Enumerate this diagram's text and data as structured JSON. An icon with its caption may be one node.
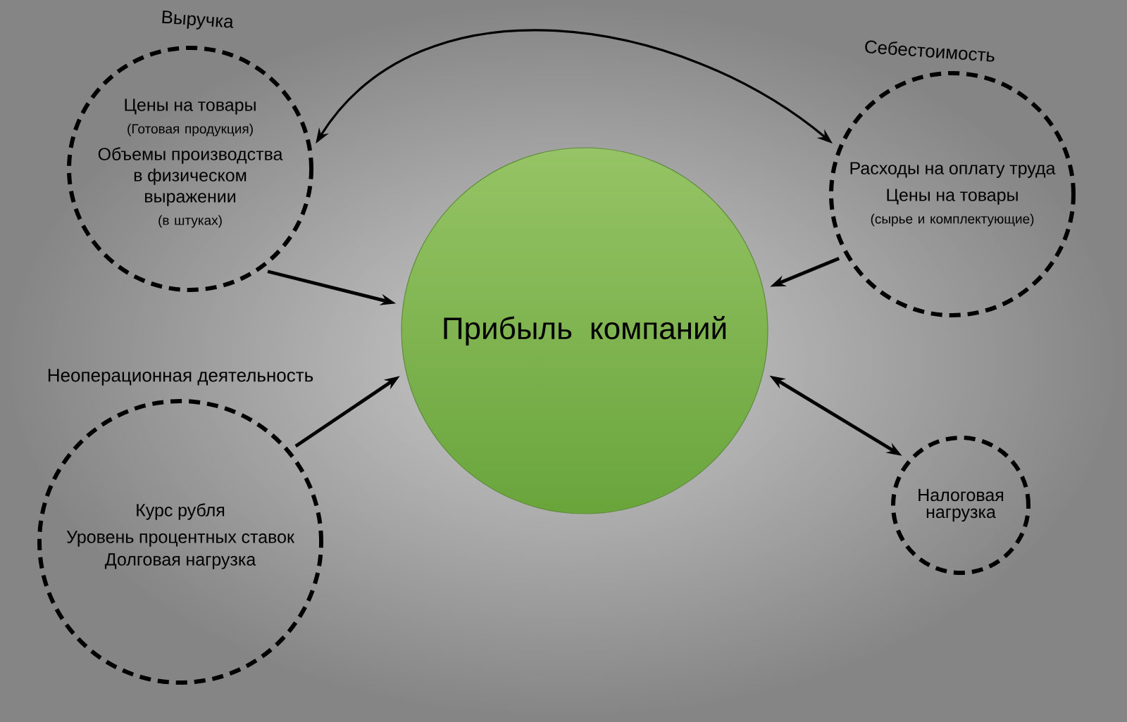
{
  "diagram": {
    "nodes": [
      {
        "text": [
          "Выручка",
          "Цены на товары",
          "(Готовая продукция)",
          "Объемы производства в физическом выражении",
          "(в штуках)"
        ]
      },
      {
        "text": [
          "Себестоимость",
          "Расходы на оплату труда",
          "Цены на товары",
          "(сырье и комплектующие)"
        ]
      },
      {
        "text": [
          "Прибыль компаний"
        ]
      },
      {
        "text": [
          "Неоперационная деятельность",
          "Курс рубля",
          "Уровень процентных ставок",
          "Долговая нагрузка"
        ]
      },
      {
        "text": [
          "Налоговая нагрузка"
        ]
      }
    ],
    "edges": [
      {
        "from": 0,
        "to": 2,
        "arrow": "to"
      },
      {
        "from": 1,
        "to": 2,
        "arrow": "to"
      },
      {
        "from": 3,
        "to": 2,
        "arrow": "to"
      },
      {
        "from": 2,
        "to": 4,
        "arrow": "both"
      },
      {
        "from": 0,
        "to": 1,
        "arrow": "both"
      }
    ]
  }
}
